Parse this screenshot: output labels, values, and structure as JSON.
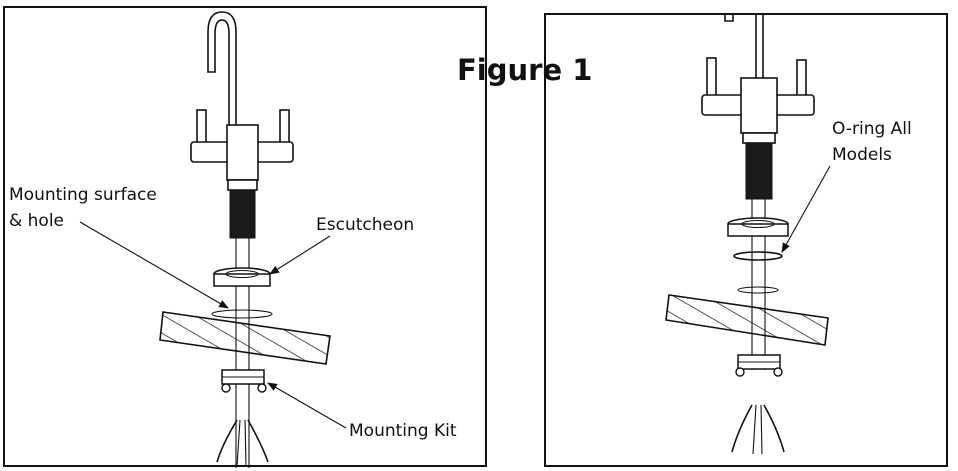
{
  "figure_title": "Figure 1",
  "left_panel": {
    "labels": {
      "mounting_surface_line1": "Mounting surface",
      "mounting_surface_line2": "& hole",
      "escutcheon": "Escutcheon",
      "mounting_kit": "Mounting Kit"
    }
  },
  "right_panel": {
    "labels": {
      "oring_line1": "O-ring All",
      "oring_line2": "Models"
    }
  }
}
